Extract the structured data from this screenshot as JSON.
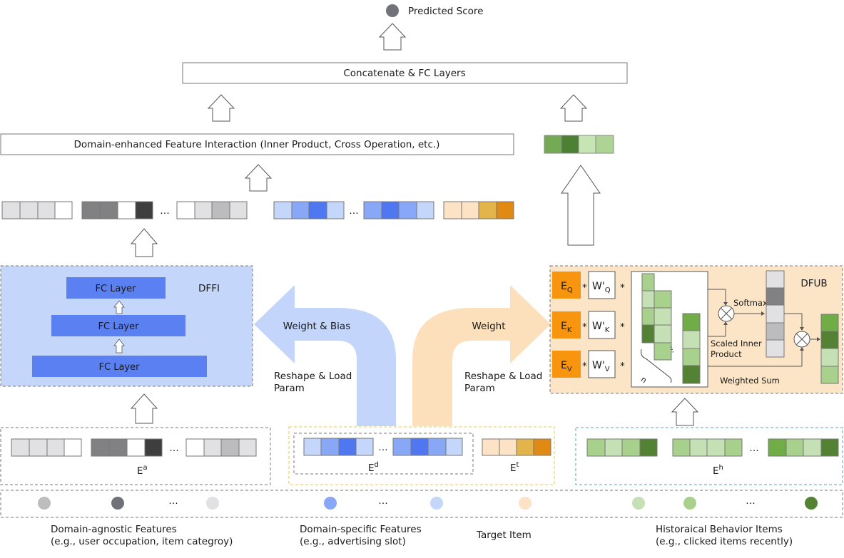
{
  "top": {
    "predicted_score": "Predicted Score",
    "concat_label": "Concatenate & FC Layers",
    "interaction_label": "Domain-enhanced Feature Interaction (Inner Product, Cross Operation, etc.)"
  },
  "dffi": {
    "title": "DFFI",
    "fc_layers": [
      "FC Layer",
      "FC Layer",
      "FC Layer"
    ]
  },
  "dfub": {
    "title": "DFUB",
    "eq": "E",
    "eq_sub": "Q",
    "ek": "E",
    "ek_sub": "K",
    "ev": "E",
    "ev_sub": "V",
    "wq": "W'",
    "wq_sub": "Q",
    "wk": "W'",
    "wk_sub": "K",
    "wv": "W'",
    "wv_sub": "V",
    "star": "*",
    "softmax": "Softmax",
    "scaled_inner_1": "Scaled Inner",
    "scaled_inner_2": "Product",
    "weighted_sum": "Weighted Sum",
    "n_label": "n",
    "dots": "…"
  },
  "arrows": {
    "weight_bias": "Weight & Bias",
    "weight": "Weight",
    "reshape_left_1": "Reshape & Load",
    "reshape_left_2": "Param",
    "reshape_right_1": "Reshape & Load",
    "reshape_right_2": "Param"
  },
  "embeddings": {
    "ea": "E",
    "ea_sup": "a",
    "ed": "E",
    "ed_sup": "d",
    "et": "E",
    "et_sup": "t",
    "eh": "E",
    "eh_sup": "h",
    "ellipsis": "…"
  },
  "features": {
    "agnostic_1": "Domain-agnostic Features",
    "agnostic_2": "(e.g., user occupation, item categroy)",
    "specific_1": "Domain-specific Features",
    "specific_2": "(e.g., advertising slot)",
    "target": "Target Item",
    "behavior_1": "Historaical Behavior Items",
    "behavior_2": "(e.g., clicked items recently)",
    "ellipsis": "…"
  },
  "colors": {
    "blue_panel": "#c5d6fb",
    "fc_blue": "#5a80f2",
    "orange_panel": "#fce5c6",
    "orange_e": "#f7950f",
    "arrow_blue": "#c3d5fb",
    "arrow_orange": "#fce0bb",
    "green_dark": "#4c8133",
    "green_mid": "#74aa53",
    "green_light": "#c7e4b3"
  }
}
